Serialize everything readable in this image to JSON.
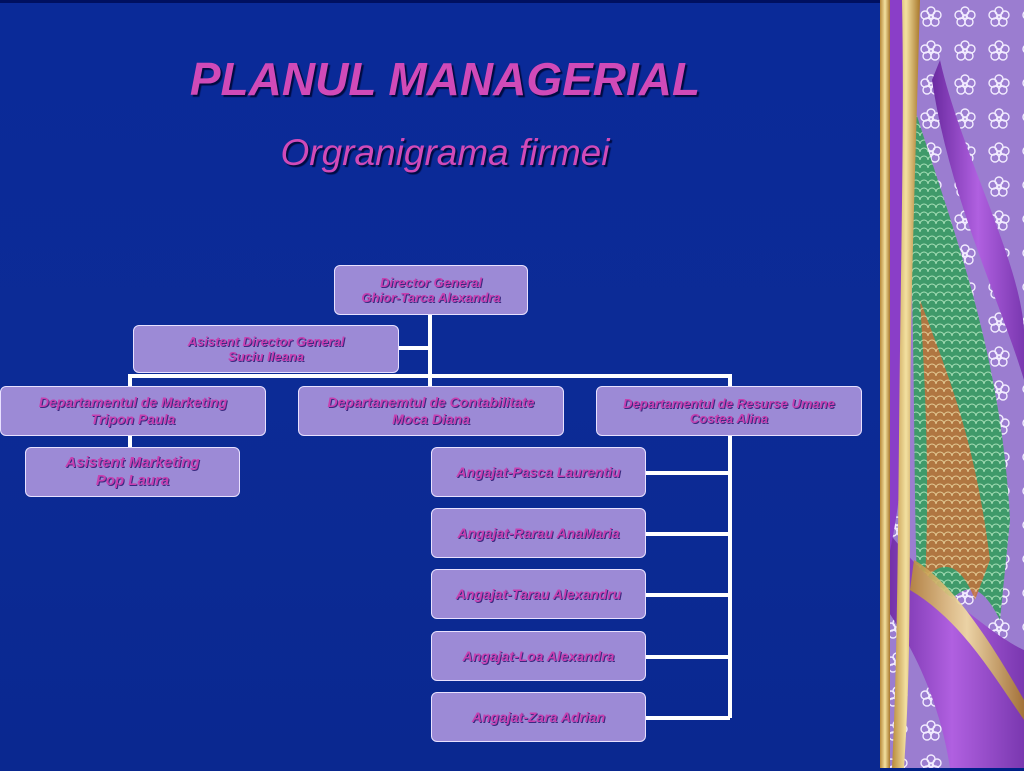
{
  "slide": {
    "title": "PLANUL MANAGERIAL",
    "subtitle": "Orgranigrama firmei"
  },
  "org": {
    "director": {
      "role": "Director General",
      "name": "Ghior-Tarca Alexandra"
    },
    "assistant_director": {
      "role": "Asistent Director General",
      "name": "Suciu Ileana"
    },
    "dept_marketing": {
      "role": "Departamentul de Marketing",
      "name": "Tripon Paula"
    },
    "dept_accounting": {
      "role": "Departanemtul de Contabilitate",
      "name": "Moca Diana"
    },
    "dept_hr": {
      "role": "Departamentul de  Resurse Umane",
      "name": "Costea Alina"
    },
    "assistant_marketing": {
      "role": "Asistent Marketing",
      "name": "Pop Laura"
    },
    "employees": [
      "Angajat-Pasca Laurentiu",
      "Angajat-Rarau AnaMaria",
      "Angajat-Tarau Alexandru",
      "Angajat-Loa Alexandra",
      "Angajat-Zara Adrian"
    ]
  },
  "colors": {
    "background": "#0a2a98",
    "box_fill": "#9c8ad6",
    "text_magenta": "#c640b0",
    "connector": "#ffffff"
  }
}
